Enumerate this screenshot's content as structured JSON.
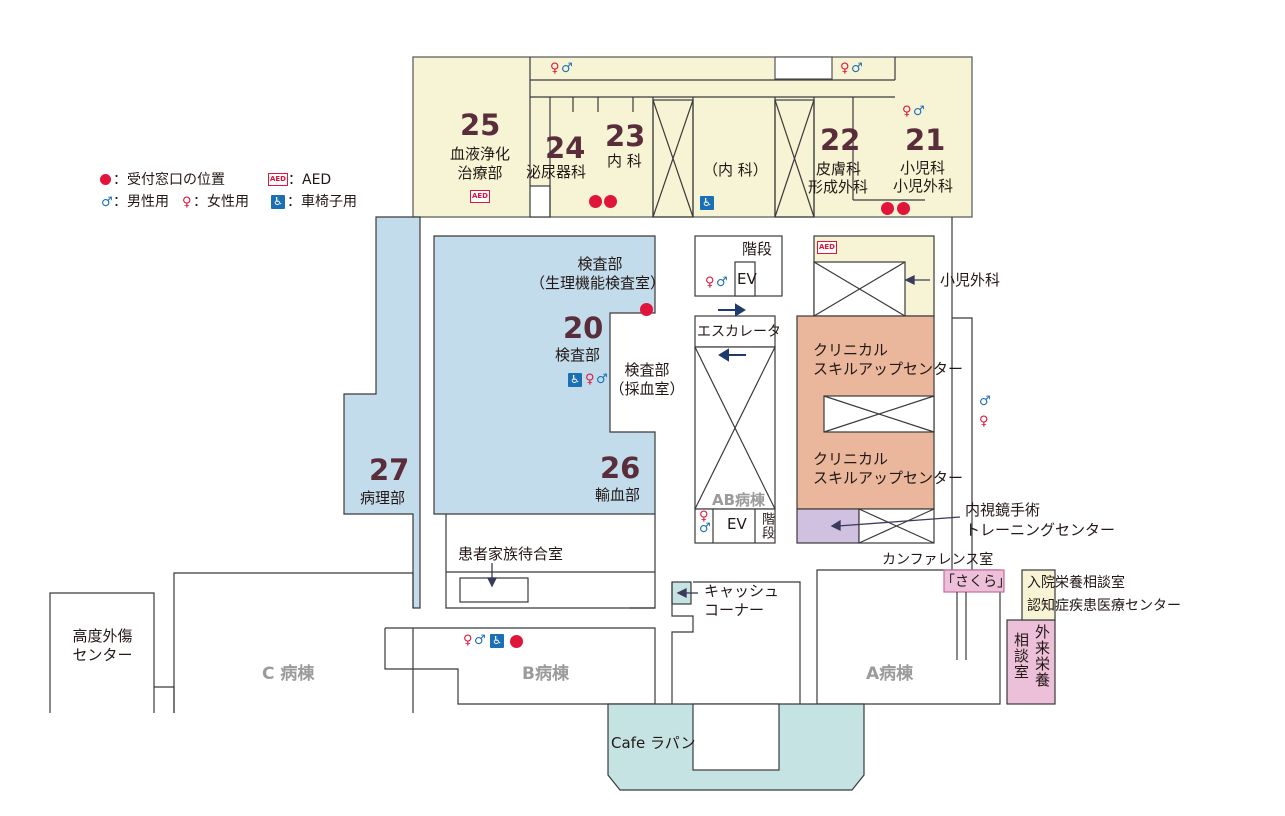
{
  "legend": {
    "reception": "：受付窓口の位置",
    "aed_mark": "AED",
    "aed_label": "：AED",
    "male": "：男性用",
    "female": "：女性用",
    "wheelchair": "：車椅子用"
  },
  "departments": {
    "n25": "25",
    "d25_line1": "血液浄化",
    "d25_line2": "治療部",
    "n24": "24",
    "d24": "泌尿器科",
    "n23": "23",
    "d23": "内 科",
    "d_naika": "（内 科）",
    "n22": "22",
    "d22_line1": "皮膚科",
    "d22_line2": "形成外科",
    "n21": "21",
    "d21_line1": "小児科",
    "d21_line2": "小児外科",
    "kensa_line1": "検査部",
    "kensa_line2": "（生理機能検査室）",
    "n20": "20",
    "d20": "検査部",
    "saiketsu_line1": "検査部",
    "saiketsu_line2": "（採血室）",
    "n26": "26",
    "d26": "輸血部",
    "n27": "27",
    "d27": "病理部"
  },
  "rooms": {
    "stairs": "階段",
    "ev": "EV",
    "escalator": "エスカレータ",
    "ab_ward": "AB病棟",
    "ab_ev": "EV",
    "ab_stairs": "階段",
    "shoni_geka": "小児外科",
    "clinical1_line1": "クリニカル",
    "clinical1_line2": "スキルアップセンター",
    "clinical2_line1": "クリニカル",
    "clinical2_line2": "スキルアップセンター",
    "endoscope_line1": "内視鏡手術",
    "endoscope_line2": "トレーニングセンター",
    "family_waiting": "患者家族待合室",
    "cash_line1": "キャッシュ",
    "cash_line2": "コーナー",
    "conference_line1": "カンファレンス室",
    "conference_line2": "「さくら」",
    "nutrition_inpatient": "入院栄養相談室",
    "dementia_center": "認知症疾患医療センター",
    "outpatient_nutrition": "外来栄養",
    "outpatient_nutrition2": "相談室",
    "trauma_line1": "高度外傷",
    "trauma_line2": "センター",
    "c_ward": "C 病棟",
    "b_ward": "B病棟",
    "a_ward": "A病棟",
    "cafe": "Cafe ラパン"
  },
  "colors": {
    "yellow_zone": "#f7f4d5",
    "blue_zone": "#c2dcec",
    "orange_zone": "#eab79c",
    "purple_zone": "#cfc1df",
    "teal_zone": "#c5e3e3",
    "pink_zone": "#ecc0d9",
    "reception_dot": "#e1153b",
    "number_color": "#5a2d3b",
    "arrow_color": "#1f3a6e"
  }
}
